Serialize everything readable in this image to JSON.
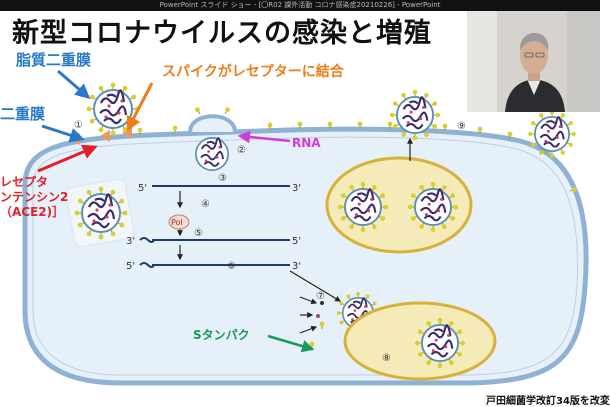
{
  "window": {
    "title": "PowerPoint スライド ショー - [〇R02 課外活動 コロナ感染症20210226] - PowerPoint"
  },
  "slide": {
    "title": "新型コロナウイルスの感染と増殖",
    "labels": {
      "lipid_bilayer": "脂質二重膜",
      "bilayer_left": "二重膜",
      "spike_binding": "スパイクがレセプターに結合",
      "receptor": "レセプタ\nンテンシン2\n（ACE2)］",
      "rna": "RNA",
      "s_protein": "Sタンパク"
    },
    "diagram": {
      "steps": [
        "①",
        "②",
        "③",
        "④",
        "⑤",
        "⑥",
        "⑦",
        "⑧",
        "⑨"
      ],
      "strand_labels": [
        "5'",
        "3'",
        "3'",
        "5'",
        "5'",
        "3'"
      ],
      "enzyme": "Pol"
    },
    "footer": "戸田細菌学改訂34版を改変"
  },
  "colors": {
    "cell_fill": "#e6f0f9",
    "cell_stroke": "#8fb2d4",
    "vesicle_fill": "#f4ebb8",
    "vesicle_stroke": "#d8b13a",
    "spike": "#d8cf2a",
    "rna": "#3a2a6a"
  },
  "webcam": {
    "subject": "presenter"
  }
}
